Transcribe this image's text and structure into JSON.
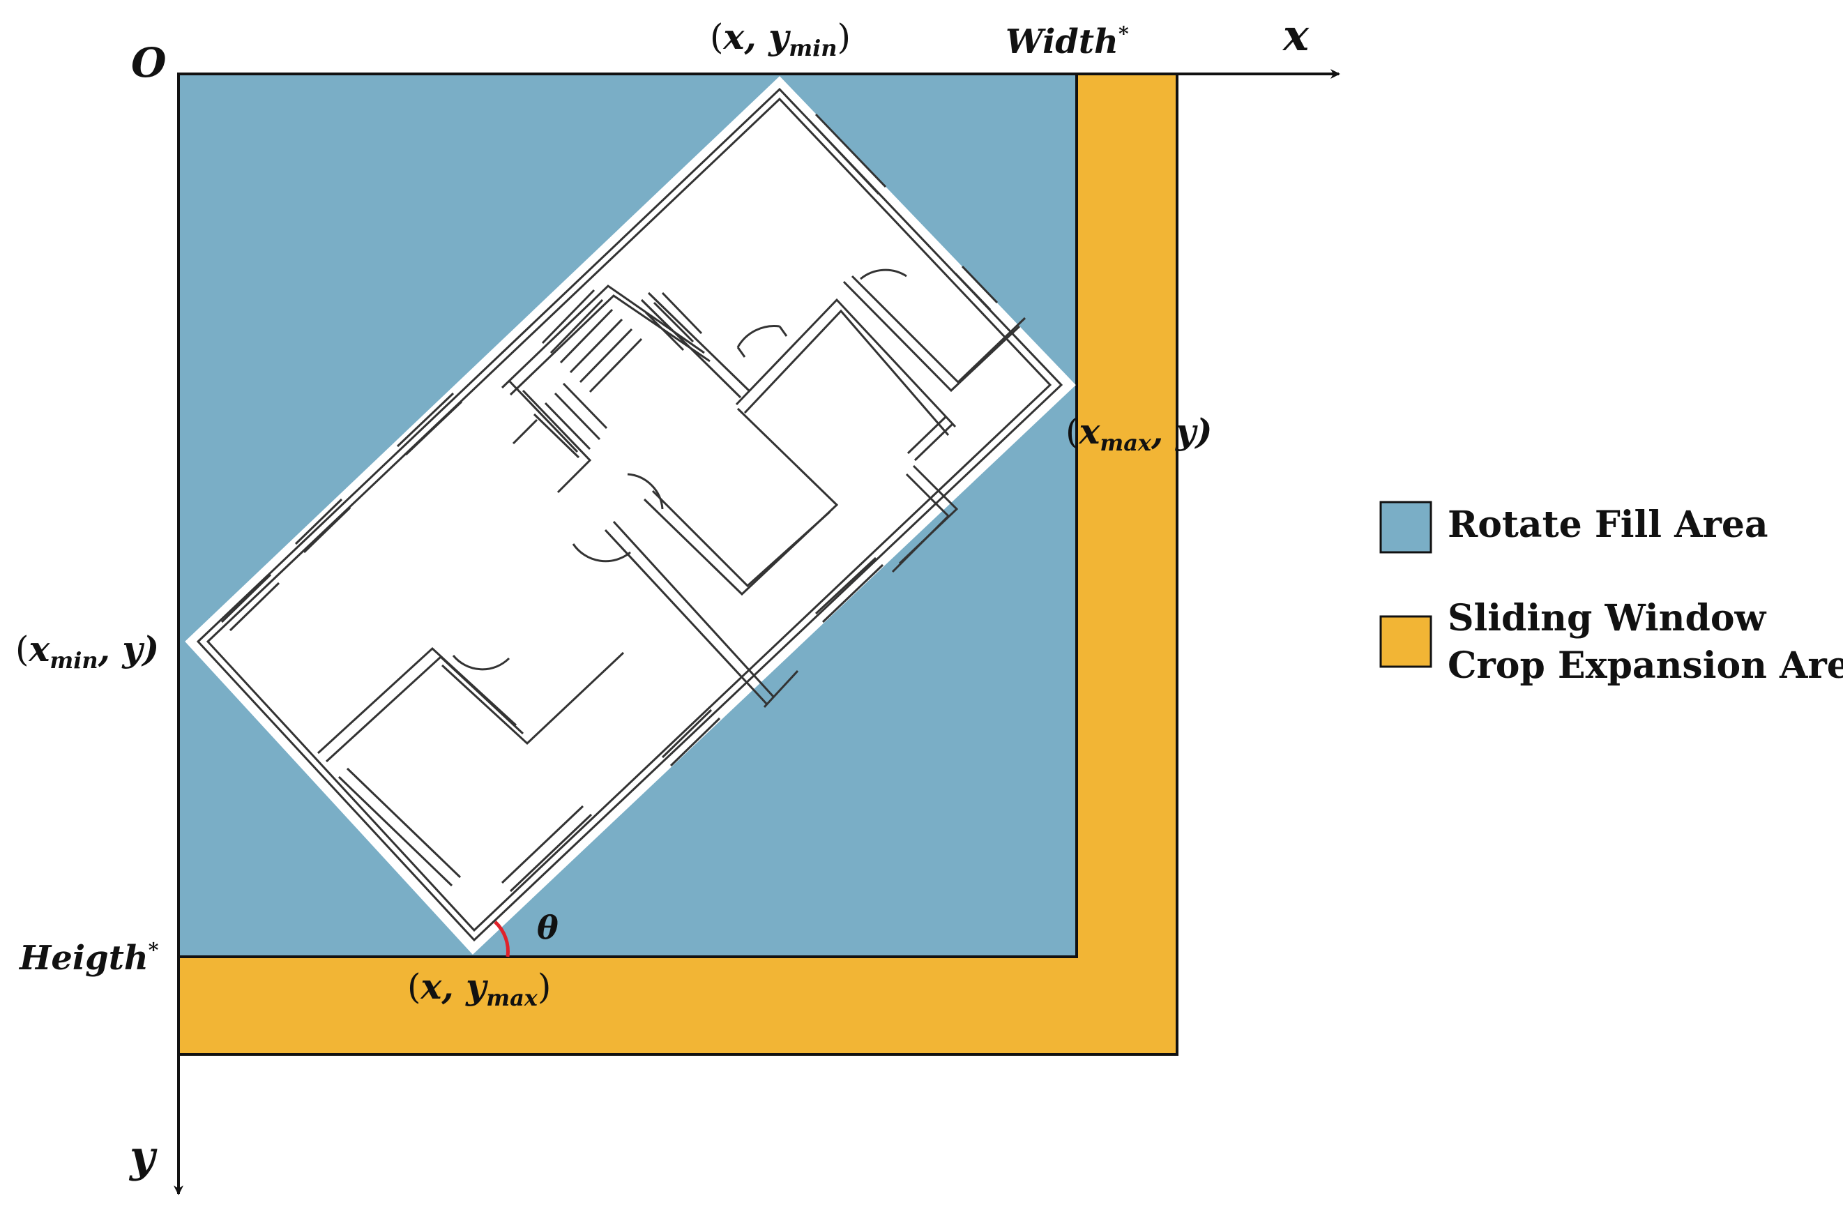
{
  "colors": {
    "rotate_fill": "#7AAEC6",
    "crop_expansion": "#F2B535",
    "angle": "#E0222A",
    "axis": "#111111",
    "plan_fill": "#FFFFFF"
  },
  "axes": {
    "origin": "O",
    "x_axis": "x",
    "y_axis": "y",
    "width_label": "Width",
    "width_sup": "*",
    "height_label": "Heigth",
    "height_sup": "*"
  },
  "points": {
    "top": {
      "open": "(",
      "var": "x, y",
      "sub": "min",
      "close": ")"
    },
    "right": {
      "open": "(",
      "var": "x",
      "sub": "max",
      "rest": ", y)"
    },
    "left": {
      "open": "(",
      "var": "x",
      "sub": "min",
      "rest": ", y)"
    },
    "bottom": {
      "open": "(",
      "var": "x, y",
      "sub": "max",
      "close": ")"
    }
  },
  "angle_label": "θ",
  "legend": {
    "items": [
      {
        "label": "Rotate Fill Area",
        "icon": "blue-square"
      },
      {
        "line1": "Sliding Window",
        "line2": "Crop Expansion Area",
        "icon": "orange-square"
      }
    ]
  }
}
